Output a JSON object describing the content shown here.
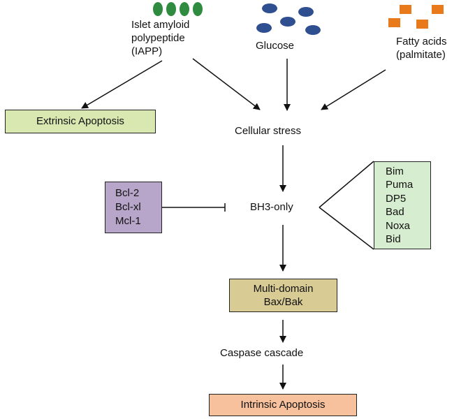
{
  "inputs": {
    "iapp": [
      "Islet amyloid",
      "polypeptide",
      "(IAPP)"
    ],
    "glucose": "Glucose",
    "fatty_acids": [
      "Fatty acids",
      "(palmitate)"
    ]
  },
  "nodes": {
    "extrinsic_apoptosis": "Extrinsic Apoptosis",
    "cellular_stress": "Cellular stress",
    "bh3_only": "BH3-only",
    "anti_apoptotic": [
      "Bcl-2",
      "Bcl-xl",
      "Mcl-1"
    ],
    "bh3_members": [
      "Bim",
      "Puma",
      "DP5",
      "Bad",
      "Noxa",
      "Bid"
    ],
    "multi_domain": [
      "Multi-domain",
      "Bax/Bak"
    ],
    "caspase_cascade": "Caspase cascade",
    "intrinsic_apoptosis": "Intrinsic Apoptosis"
  },
  "colors": {
    "iapp_icon": "#2e8b3f",
    "glucose_icon": "#2f4f91",
    "fatty_acid_icon": "#e87a1c",
    "extrinsic_fill": "#d8e8b0",
    "anti_apoptotic_fill": "#b7a6c9",
    "bh3_members_fill": "#d7edcf",
    "multi_domain_fill": "#d9cb94",
    "intrinsic_fill": "#f6c19c"
  },
  "icons": {
    "iapp": "green-ovals-icon",
    "glucose": "blue-ellipses-icon",
    "fatty_acids": "orange-squares-icon"
  }
}
